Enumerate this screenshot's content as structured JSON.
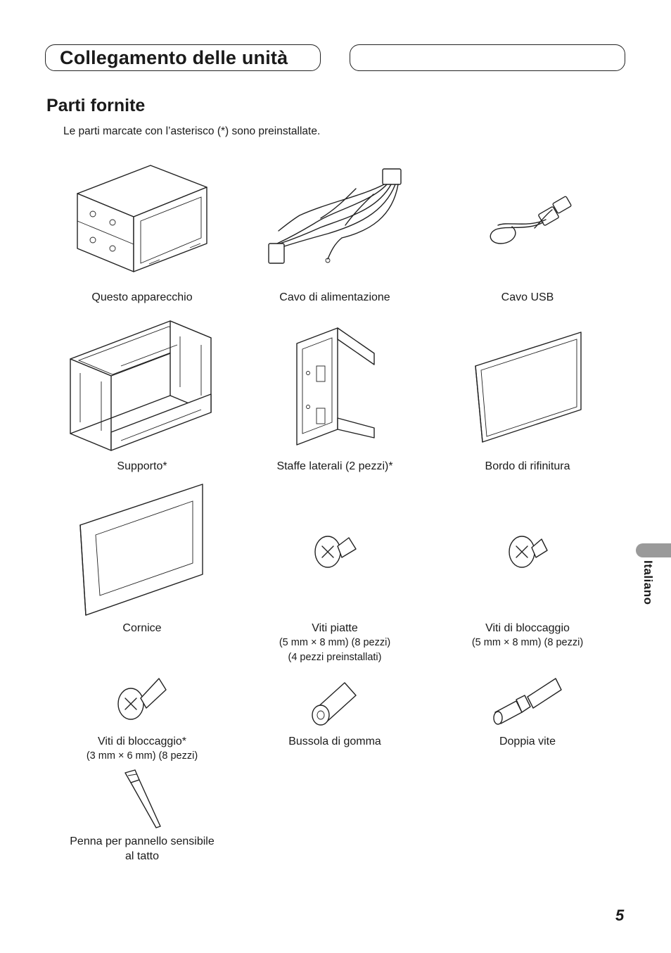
{
  "header": {
    "chapter_title": "Collegamento delle unità"
  },
  "section": {
    "title": "Parti fornite",
    "intro": "Le parti marcate con l’asterisco (*) sono preinstallate."
  },
  "parts": [
    {
      "label": "Questo apparecchio",
      "icon": "head-unit-icon"
    },
    {
      "label": "Cavo di alimentazione",
      "icon": "power-cable-icon"
    },
    {
      "label": "Cavo USB",
      "icon": "usb-cable-icon"
    },
    {
      "label": "Supporto*",
      "icon": "sleeve-bracket-icon"
    },
    {
      "label": "Staffe laterali (2 pezzi)*",
      "icon": "side-bracket-icon"
    },
    {
      "label": "Bordo di rifinitura",
      "icon": "trim-ring-icon"
    },
    {
      "label": "Cornice",
      "icon": "frame-icon"
    },
    {
      "label": "Viti piatte",
      "detail": "(5 mm × 8 mm) (8 pezzi)",
      "detail2": "(4 pezzi preinstallati)",
      "icon": "flat-screw-icon"
    },
    {
      "label": "Viti di bloccaggio",
      "detail": "(5 mm × 8 mm) (8 pezzi)",
      "icon": "binding-screw-icon"
    },
    {
      "label": "Viti di bloccaggio*",
      "detail": "(3 mm × 6 mm) (8 pezzi)",
      "icon": "binding-screw-small-icon"
    },
    {
      "label": "Bussola di gomma",
      "icon": "rubber-bush-icon"
    },
    {
      "label": "Doppia vite",
      "icon": "double-screw-icon"
    },
    {
      "label": "Penna per pannello sensibile",
      "label2": "al tatto",
      "icon": "touch-pen-icon"
    }
  ],
  "side_tab": {
    "language": "Italiano",
    "color": "#9a9a9a"
  },
  "footer": {
    "page_number": "5"
  }
}
